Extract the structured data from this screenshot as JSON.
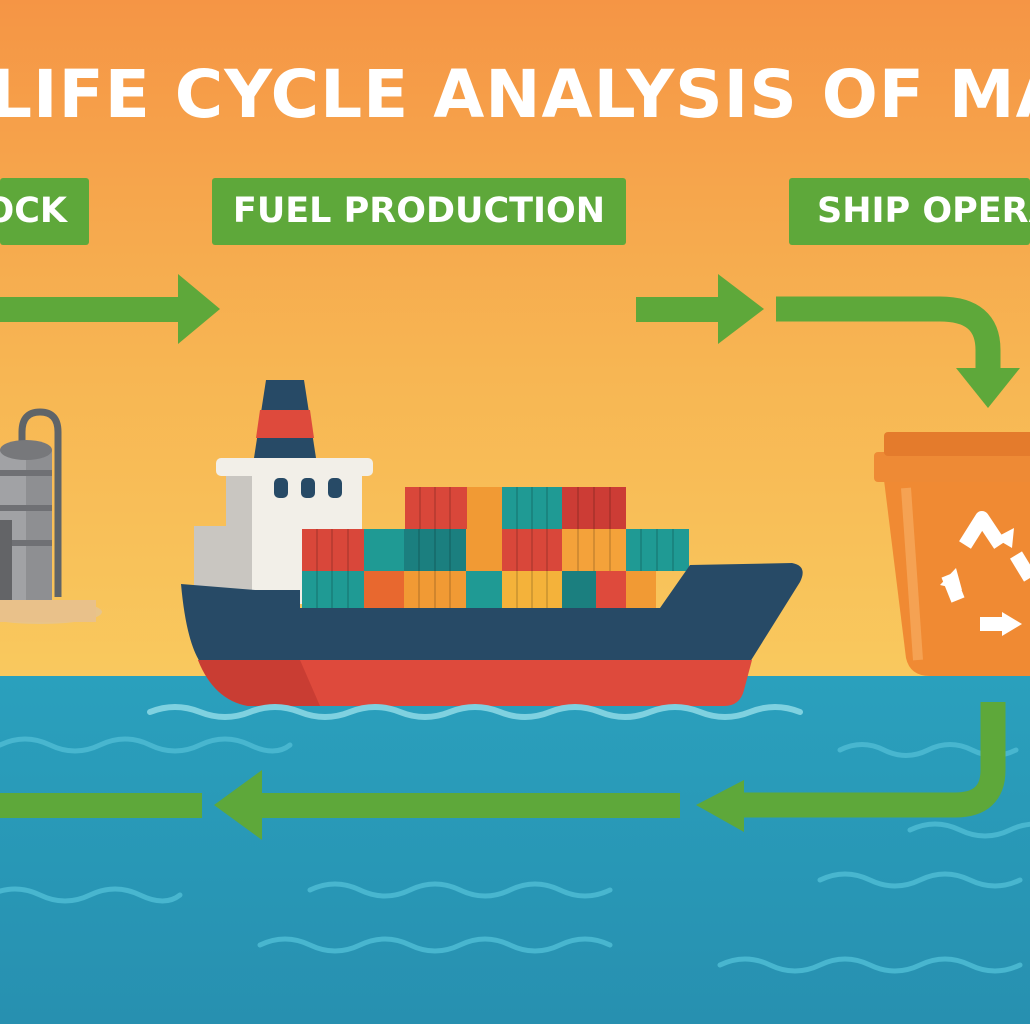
{
  "title": "LIFE CYCLE ANALYSIS OF MARITIME FUELS",
  "stages": {
    "feedstock": "FEEDSTOCK",
    "fuel_production": "FUEL PRODUCTION",
    "ship_operation": "SHIP OPERATION"
  },
  "colors": {
    "sky_top": "#f59545",
    "sky_bottom": "#f8c55c",
    "sea": "#2a9bb8",
    "arrow_green": "#5ea83a",
    "hull_dark": "#274a66",
    "hull_red": "#de4a3c",
    "bin_orange": "#f08a33"
  },
  "icons": [
    "refinery-icon",
    "container-ship-icon",
    "recycle-bin-icon",
    "recycle-symbol-icon"
  ]
}
